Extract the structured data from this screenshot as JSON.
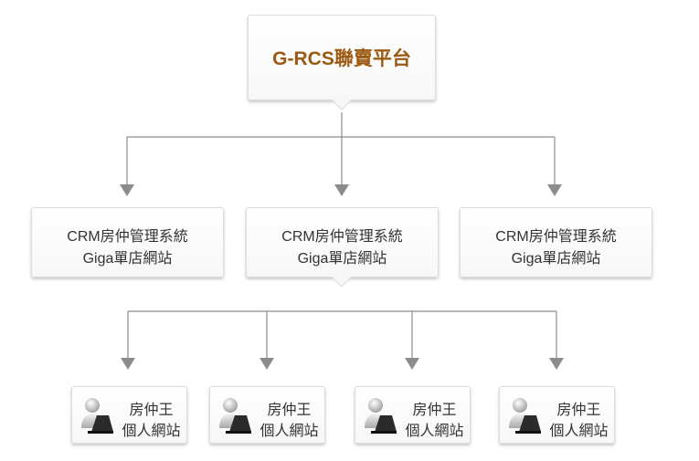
{
  "root": {
    "title": "G-RCS聯賣平台"
  },
  "systems": [
    {
      "line1": "CRM房仲管理系統",
      "line2": "Giga單店網站"
    },
    {
      "line1": "CRM房仲管理系統",
      "line2": "Giga單店網站"
    },
    {
      "line1": "CRM房仲管理系統",
      "line2": "Giga單店網站"
    }
  ],
  "agents": [
    {
      "line1": "房仲王",
      "line2": "個人網站",
      "icon": "agent-laptop-icon"
    },
    {
      "line1": "房仲王",
      "line2": "個人網站",
      "icon": "agent-laptop-icon"
    },
    {
      "line1": "房仲王",
      "line2": "個人網站",
      "icon": "agent-laptop-icon"
    },
    {
      "line1": "房仲王",
      "line2": "個人網站",
      "icon": "agent-laptop-icon"
    }
  ],
  "colors": {
    "title": "#9b5a12",
    "connector": "#8c8c8c",
    "text": "#333333"
  }
}
